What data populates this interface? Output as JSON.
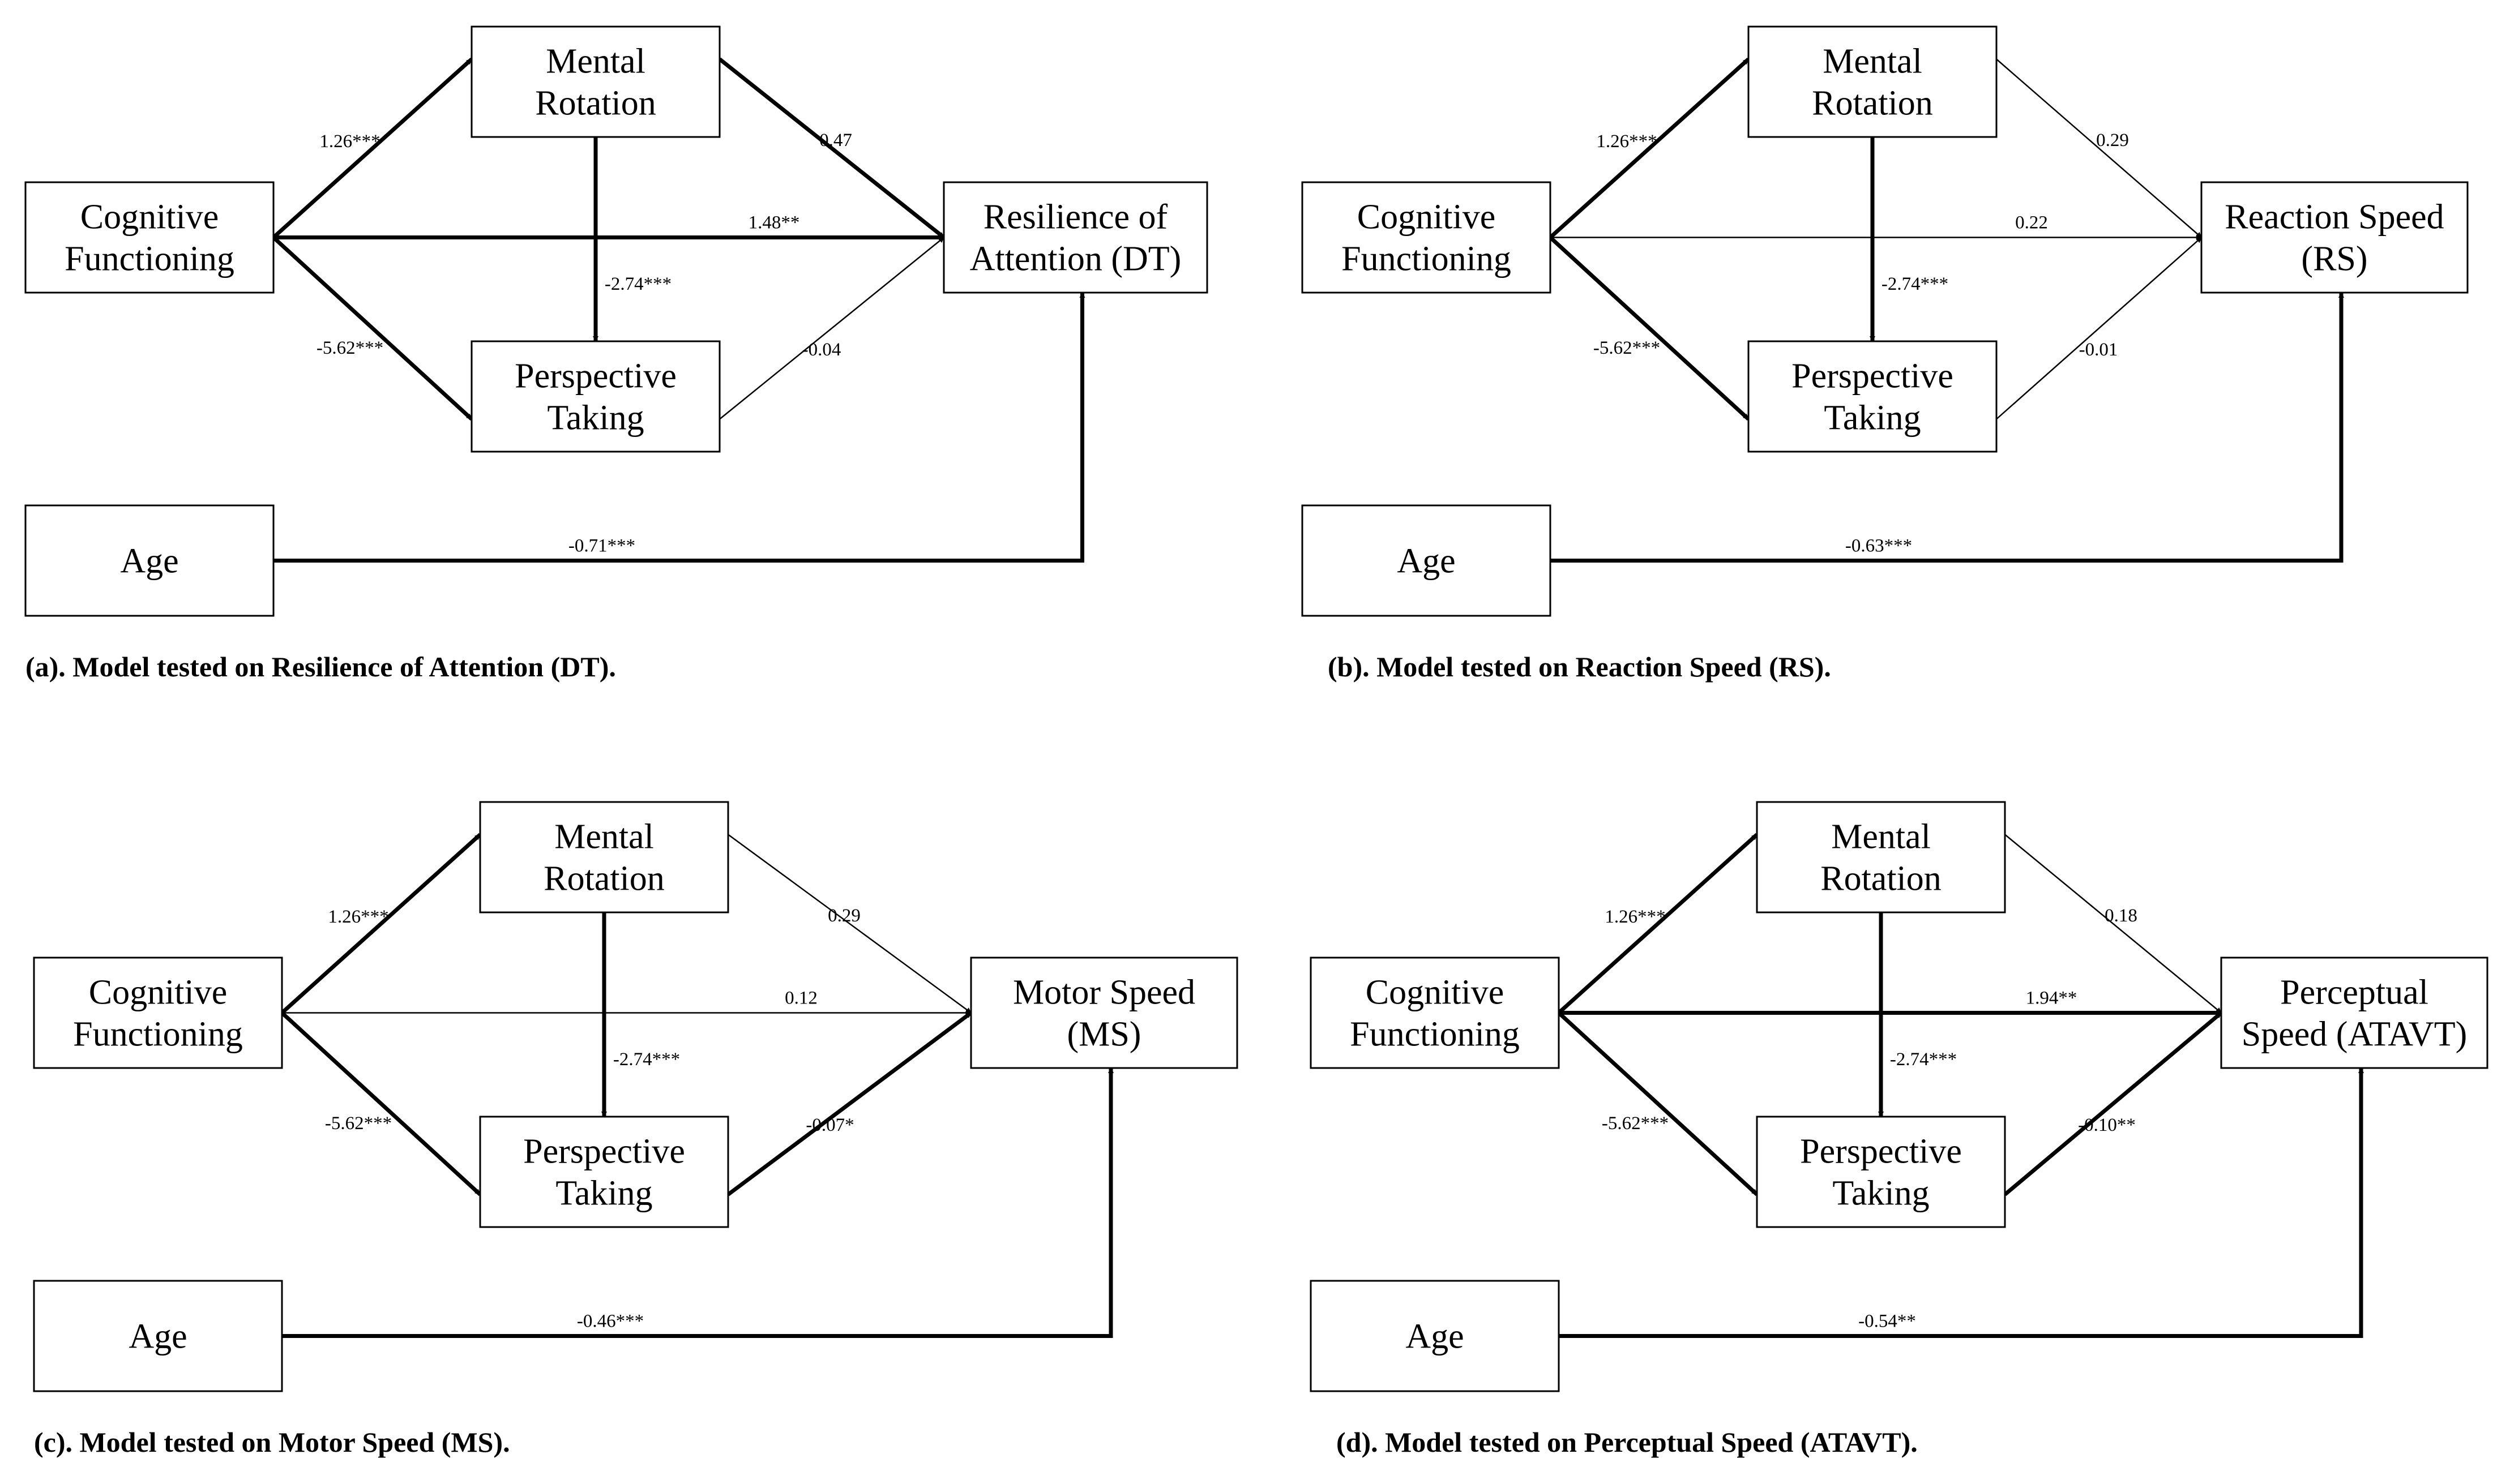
{
  "panels": [
    {
      "id": "a",
      "caption": "(a). Model tested on Resilience of Attention (DT).",
      "nodes": {
        "cf": [
          "Cognitive",
          "Functioning"
        ],
        "mr": [
          "Mental",
          "Rotation"
        ],
        "pt": [
          "Perspective",
          "Taking"
        ],
        "outcome": [
          "Resilience of",
          "Attention (DT)"
        ],
        "age": [
          "Age"
        ]
      },
      "coefficients": {
        "cf_mr": "1.26***",
        "cf_pt": "-5.62***",
        "cf_outcome": "1.48**",
        "mr_pt": "-2.74***",
        "mr_outcome": "0.47",
        "pt_outcome": "-0.04",
        "age_outcome": "-0.71***"
      },
      "significant": {
        "cf_mr": true,
        "cf_pt": true,
        "cf_outcome": true,
        "mr_pt": true,
        "mr_outcome": true,
        "pt_outcome": false,
        "age_outcome": true
      }
    },
    {
      "id": "b",
      "caption": "(b). Model tested on Reaction Speed (RS).",
      "nodes": {
        "cf": [
          "Cognitive",
          "Functioning"
        ],
        "mr": [
          "Mental",
          "Rotation"
        ],
        "pt": [
          "Perspective",
          "Taking"
        ],
        "outcome": [
          "Reaction Speed",
          "(RS)"
        ],
        "age": [
          "Age"
        ]
      },
      "coefficients": {
        "cf_mr": "1.26***",
        "cf_pt": "-5.62***",
        "cf_outcome": "0.22",
        "mr_pt": "-2.74***",
        "mr_outcome": "0.29",
        "pt_outcome": "-0.01",
        "age_outcome": "-0.63***"
      },
      "significant": {
        "cf_mr": true,
        "cf_pt": true,
        "cf_outcome": false,
        "mr_pt": true,
        "mr_outcome": false,
        "pt_outcome": false,
        "age_outcome": true
      }
    },
    {
      "id": "c",
      "caption": "(c). Model tested on Motor Speed (MS).",
      "nodes": {
        "cf": [
          "Cognitive",
          "Functioning"
        ],
        "mr": [
          "Mental",
          "Rotation"
        ],
        "pt": [
          "Perspective",
          "Taking"
        ],
        "outcome": [
          "Motor Speed",
          "(MS)"
        ],
        "age": [
          "Age"
        ]
      },
      "coefficients": {
        "cf_mr": "1.26***",
        "cf_pt": "-5.62***",
        "cf_outcome": "0.12",
        "mr_pt": "-2.74***",
        "mr_outcome": "0.29",
        "pt_outcome": "-0.07*",
        "age_outcome": "-0.46***"
      },
      "significant": {
        "cf_mr": true,
        "cf_pt": true,
        "cf_outcome": false,
        "mr_pt": true,
        "mr_outcome": false,
        "pt_outcome": true,
        "age_outcome": true
      }
    },
    {
      "id": "d",
      "caption": "(d). Model tested on Perceptual Speed (ATAVT).",
      "nodes": {
        "cf": [
          "Cognitive",
          "Functioning"
        ],
        "mr": [
          "Mental",
          "Rotation"
        ],
        "pt": [
          "Perspective",
          "Taking"
        ],
        "outcome": [
          "Perceptual",
          "Speed (ATAVT)"
        ],
        "age": [
          "Age"
        ]
      },
      "coefficients": {
        "cf_mr": "1.26***",
        "cf_pt": "-5.62***",
        "cf_outcome": "1.94**",
        "mr_pt": "-2.74***",
        "mr_outcome": "0.18",
        "pt_outcome": "-0.10**",
        "age_outcome": "-0.54**"
      },
      "significant": {
        "cf_mr": true,
        "cf_pt": true,
        "cf_outcome": true,
        "mr_pt": true,
        "mr_outcome": false,
        "pt_outcome": true,
        "age_outcome": true
      }
    }
  ]
}
